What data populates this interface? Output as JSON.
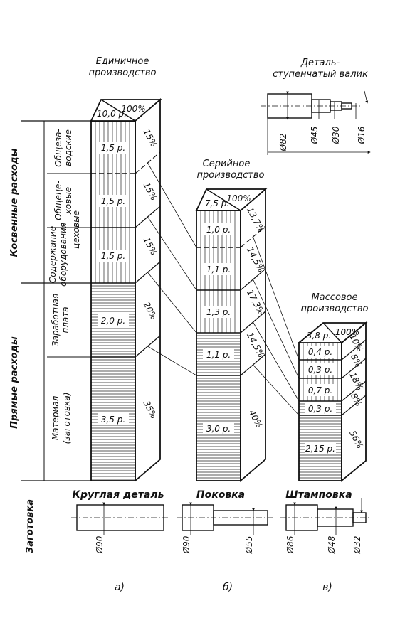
{
  "titles": {
    "single": [
      "Единичное",
      "производство"
    ],
    "serial": [
      "Серийное",
      "производство"
    ],
    "mass": [
      "Массовое",
      "производство"
    ],
    "part": [
      "Деталь-",
      "ступенчатый валик"
    ]
  },
  "left_labels": {
    "indirect": "Косвенные расходы",
    "direct": "Прямые расходы",
    "plant": [
      "Общеза-",
      "водские"
    ],
    "shop": [
      "Общеце-",
      "ховые"
    ],
    "equipment": [
      "Содержание",
      "оборудования",
      "цеховые"
    ],
    "wages": [
      "Заработная",
      "плата"
    ],
    "material": [
      "Материал",
      "(заготовка)"
    ],
    "blank": "Заготовка"
  },
  "columns": [
    {
      "key": "a",
      "total": "10,0 р.",
      "total_pct": "100%",
      "segments": [
        {
          "value": "1,5 р.",
          "pct": "15%",
          "hatch": "v"
        },
        {
          "value": "1,5 р.",
          "pct": "15%",
          "hatch": "v"
        },
        {
          "value": "1,5 р.",
          "pct": "15%",
          "hatch": "v"
        },
        {
          "value": "2,0 р.",
          "pct": "20%",
          "hatch": "h"
        },
        {
          "value": "3,5 р.",
          "pct": "35%",
          "hatch": "h"
        }
      ],
      "blank_label": "Круглая деталь",
      "dims": [
        "Ø90"
      ],
      "caption": "а)"
    },
    {
      "key": "b",
      "total": "7,5 р.",
      "total_pct": "100%",
      "segments": [
        {
          "value": "1,0 р.",
          "pct": "13,7%",
          "hatch": "v"
        },
        {
          "value": "1,1 р.",
          "pct": "14,5%",
          "hatch": "v"
        },
        {
          "value": "1,3 р.",
          "pct": "17,3%",
          "hatch": "v"
        },
        {
          "value": "1,1 р.",
          "pct": "14,5%",
          "hatch": "h"
        },
        {
          "value": "3,0 р.",
          "pct": "40%",
          "hatch": "h"
        }
      ],
      "blank_label": "Поковка",
      "dims": [
        "Ø90",
        "Ø55"
      ],
      "caption": "б)"
    },
    {
      "key": "c",
      "total": "3,8 р.",
      "total_pct": "100%",
      "segments": [
        {
          "value": "0,4 р.",
          "pct": "10%",
          "hatch": "v"
        },
        {
          "value": "0,3 р.",
          "pct": "8%",
          "hatch": "v"
        },
        {
          "value": "0,7 р.",
          "pct": "18%",
          "hatch": "v"
        },
        {
          "value": "0,3 р.",
          "pct": "8%",
          "hatch": "h"
        },
        {
          "value": "2,15 р.",
          "pct": "56%",
          "hatch": "h"
        }
      ],
      "blank_label": "Штамповка",
      "dims": [
        "Ø86",
        "Ø48",
        "Ø32"
      ],
      "caption": "в)"
    }
  ],
  "part_dims": [
    "Ø82",
    "Ø45",
    "Ø30",
    "Ø16"
  ]
}
